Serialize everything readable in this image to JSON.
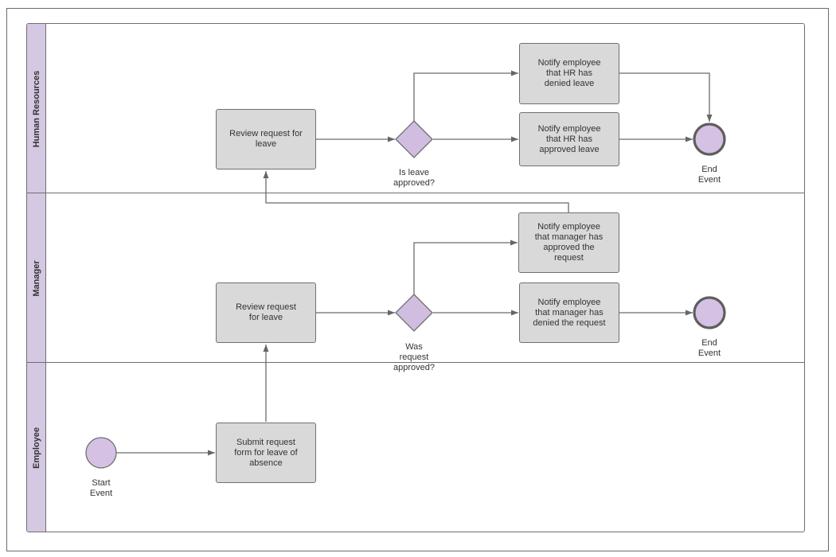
{
  "lanes": {
    "hr": "Human Resources",
    "manager": "Manager",
    "employee": "Employee"
  },
  "tasks": {
    "hr_review": "Review request for\nleave",
    "hr_denied": "Notify employee\nthat HR has\ndenied leave",
    "hr_approved": "Notify employee\nthat HR has\napproved leave",
    "mgr_review": "Review request\nfor leave",
    "mgr_approved": "Notify employee\nthat manager has\napproved the\nrequest",
    "mgr_denied": "Notify employee\nthat manager has\ndenied the request",
    "submit": "Submit request\nform for leave of\nabsence"
  },
  "gateways": {
    "hr": "Is leave\napproved?",
    "mgr": "Was\nrequest\napproved?"
  },
  "events": {
    "hr_end": "End\nEvent",
    "mgr_end": "End\nEvent",
    "start": "Start\nEvent"
  },
  "colors": {
    "lane_header": "#d5c8e2",
    "event_fill": "#d5c1e3",
    "gateway_fill": "#d0bde0",
    "task_fill": "#d9d9d9",
    "stroke": "#6e6e6e"
  }
}
